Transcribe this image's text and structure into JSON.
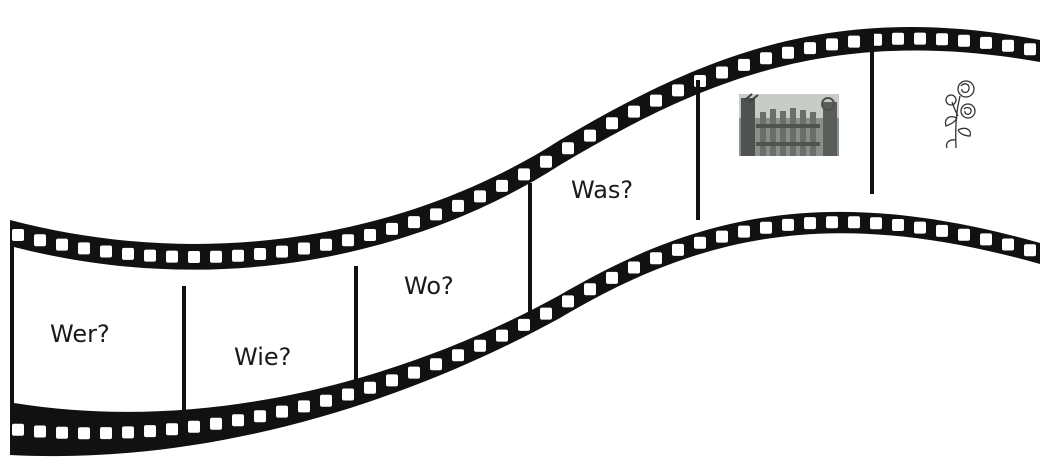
{
  "film_strip": {
    "frames": [
      {
        "id": "frame-1",
        "label": "Wer?",
        "kind": "text"
      },
      {
        "id": "frame-2",
        "label": "Wie?",
        "kind": "text"
      },
      {
        "id": "frame-3",
        "label": "Wo?",
        "kind": "text"
      },
      {
        "id": "frame-4",
        "label": "Was?",
        "kind": "text"
      },
      {
        "id": "frame-5",
        "label": "",
        "kind": "photo",
        "picture": "gate-photo"
      },
      {
        "id": "frame-6",
        "label": "",
        "kind": "drawing",
        "picture": "roses-drawing"
      }
    ],
    "colors": {
      "band": "#111111",
      "frame": "#ffffff",
      "hole": "#ffffff",
      "divider": "#111111",
      "photo_dark": "#4f5350",
      "photo_mid": "#8b8f8b",
      "photo_light": "#c9cbc7"
    }
  }
}
